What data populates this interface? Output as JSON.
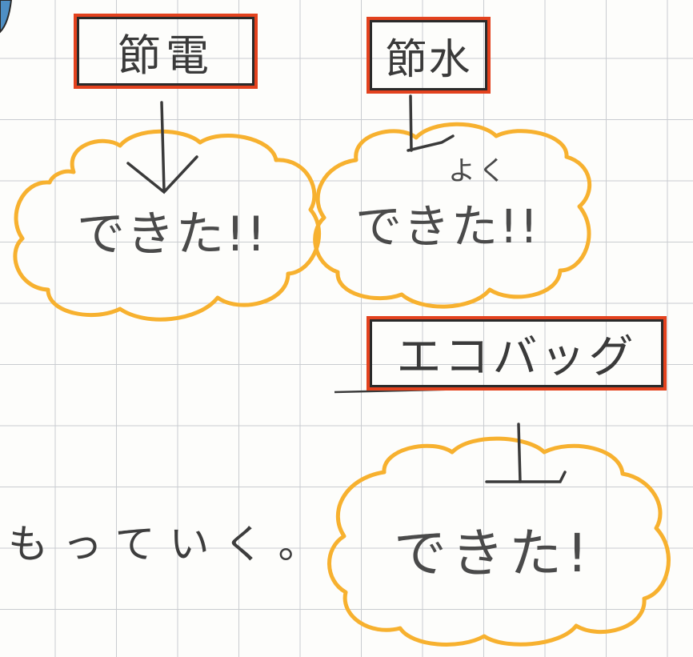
{
  "boxes": {
    "setsuden": "節電",
    "sessui": "節水",
    "ecobag": "エコバッグ"
  },
  "results": {
    "setsuden": "できた!!",
    "sessui_prefix": "よく",
    "sessui": "できた!!",
    "ecobag": "できた!"
  },
  "note": "もっていく。",
  "colors": {
    "box_border": "#e3421e",
    "cloud": "#f7b12f",
    "ink": "#3a3a3a",
    "grid": "#c9ccd0",
    "corner_blob": "#4e8fc4"
  }
}
